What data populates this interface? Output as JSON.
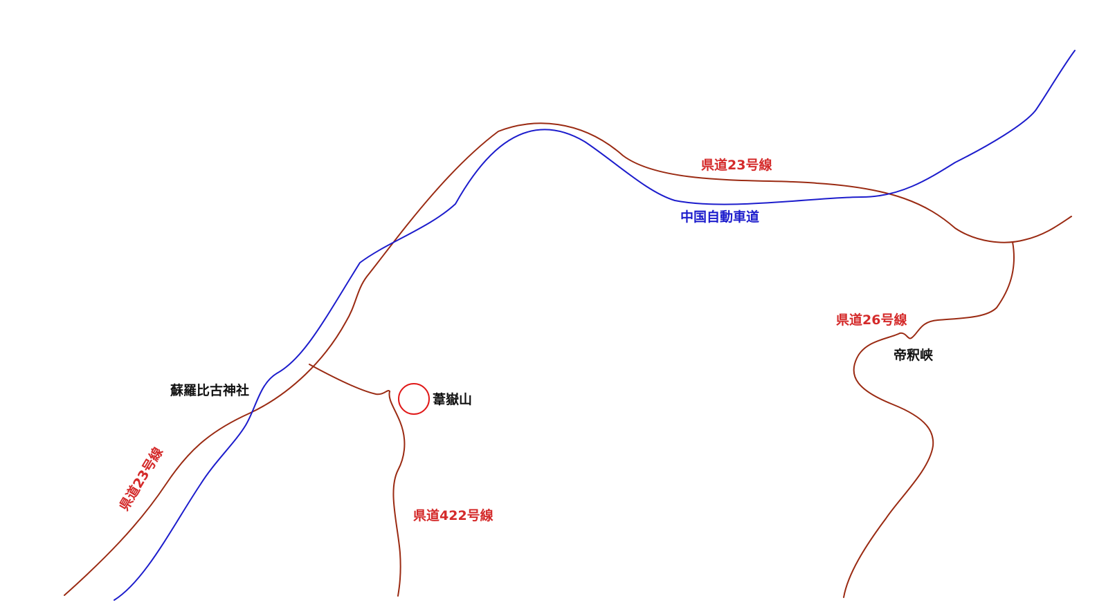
{
  "colors": {
    "background": "#ffffff",
    "prefectural_road": "#9a2a12",
    "expressway": "#1c1ccc",
    "mountain_marker": "#e01818",
    "road_label": "#d42a2a",
    "expressway_label": "#1c1ccc",
    "place_label": "#111111"
  },
  "roads": {
    "prefectural_23_label_top": "県道23号線",
    "prefectural_23_label_left": "県道23号線",
    "prefectural_26_label": "県道26号線",
    "prefectural_422_label": "県道422号線",
    "expressway_label": "中国自動車道"
  },
  "places": {
    "shrine": "蘇羅比古神社",
    "mountain": "葦嶽山",
    "gorge": "帝釈峡"
  }
}
